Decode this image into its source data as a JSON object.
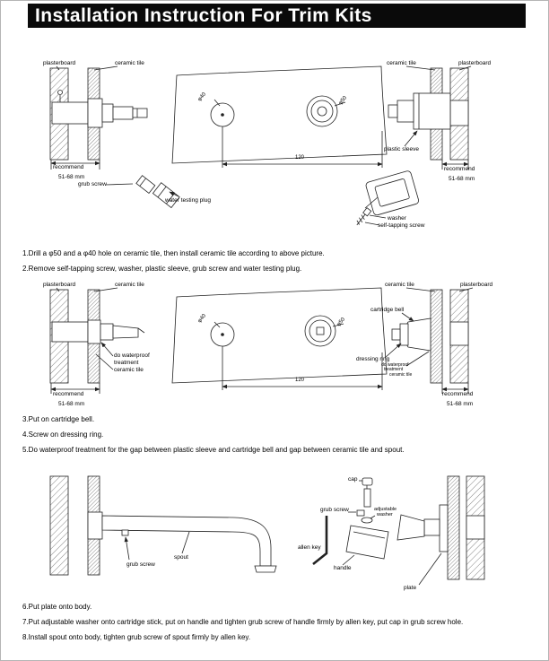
{
  "page": {
    "title": "Installation Instruction For Trim Kits"
  },
  "labels": {
    "plasterboard": "plasterboard",
    "ceramic_tile": "ceramic tile",
    "recommend": "recommend",
    "range_mm": "51-68 mm",
    "grub_screw": "grub screw",
    "water_testing_plug": "water testing plug",
    "plastic_sleeve": "plastic sleeve",
    "washer": "washer",
    "self_tapping_screw": "self-tapping screw",
    "cartridge_bell": "cartridge bell",
    "dressing_ring": "dressing ring",
    "do_waterproof": "do waterproof",
    "treatment": "treatment",
    "spout": "spout",
    "cap": "cap",
    "adjustable": "adjustable",
    "allen_key": "allen key",
    "handle": "handle",
    "plate": "plate",
    "dim_120": "120",
    "dia_40": "φ40",
    "dia_50": "φ50"
  },
  "steps": [
    "1.Drill a φ50 and a φ40 hole on ceramic tile, then install ceramic tile according to above picture.",
    "2.Remove self-tapping screw, washer, plastic sleeve, grub screw and water testing plug.",
    "3.Put on cartridge bell.",
    "4.Screw on dressing ring.",
    "5.Do waterproof treatment for the gap between plastic sleeve and cartridge bell and gap between ceramic tile and spout.",
    "6.Put plate onto body.",
    "7.Put adjustable washer onto cartridge stick, put on handle and tighten grub screw of handle firmly by allen key, put cap in grub screw hole.",
    "8.Install spout onto body, tighten grub screw of spout firmly by allen key."
  ]
}
